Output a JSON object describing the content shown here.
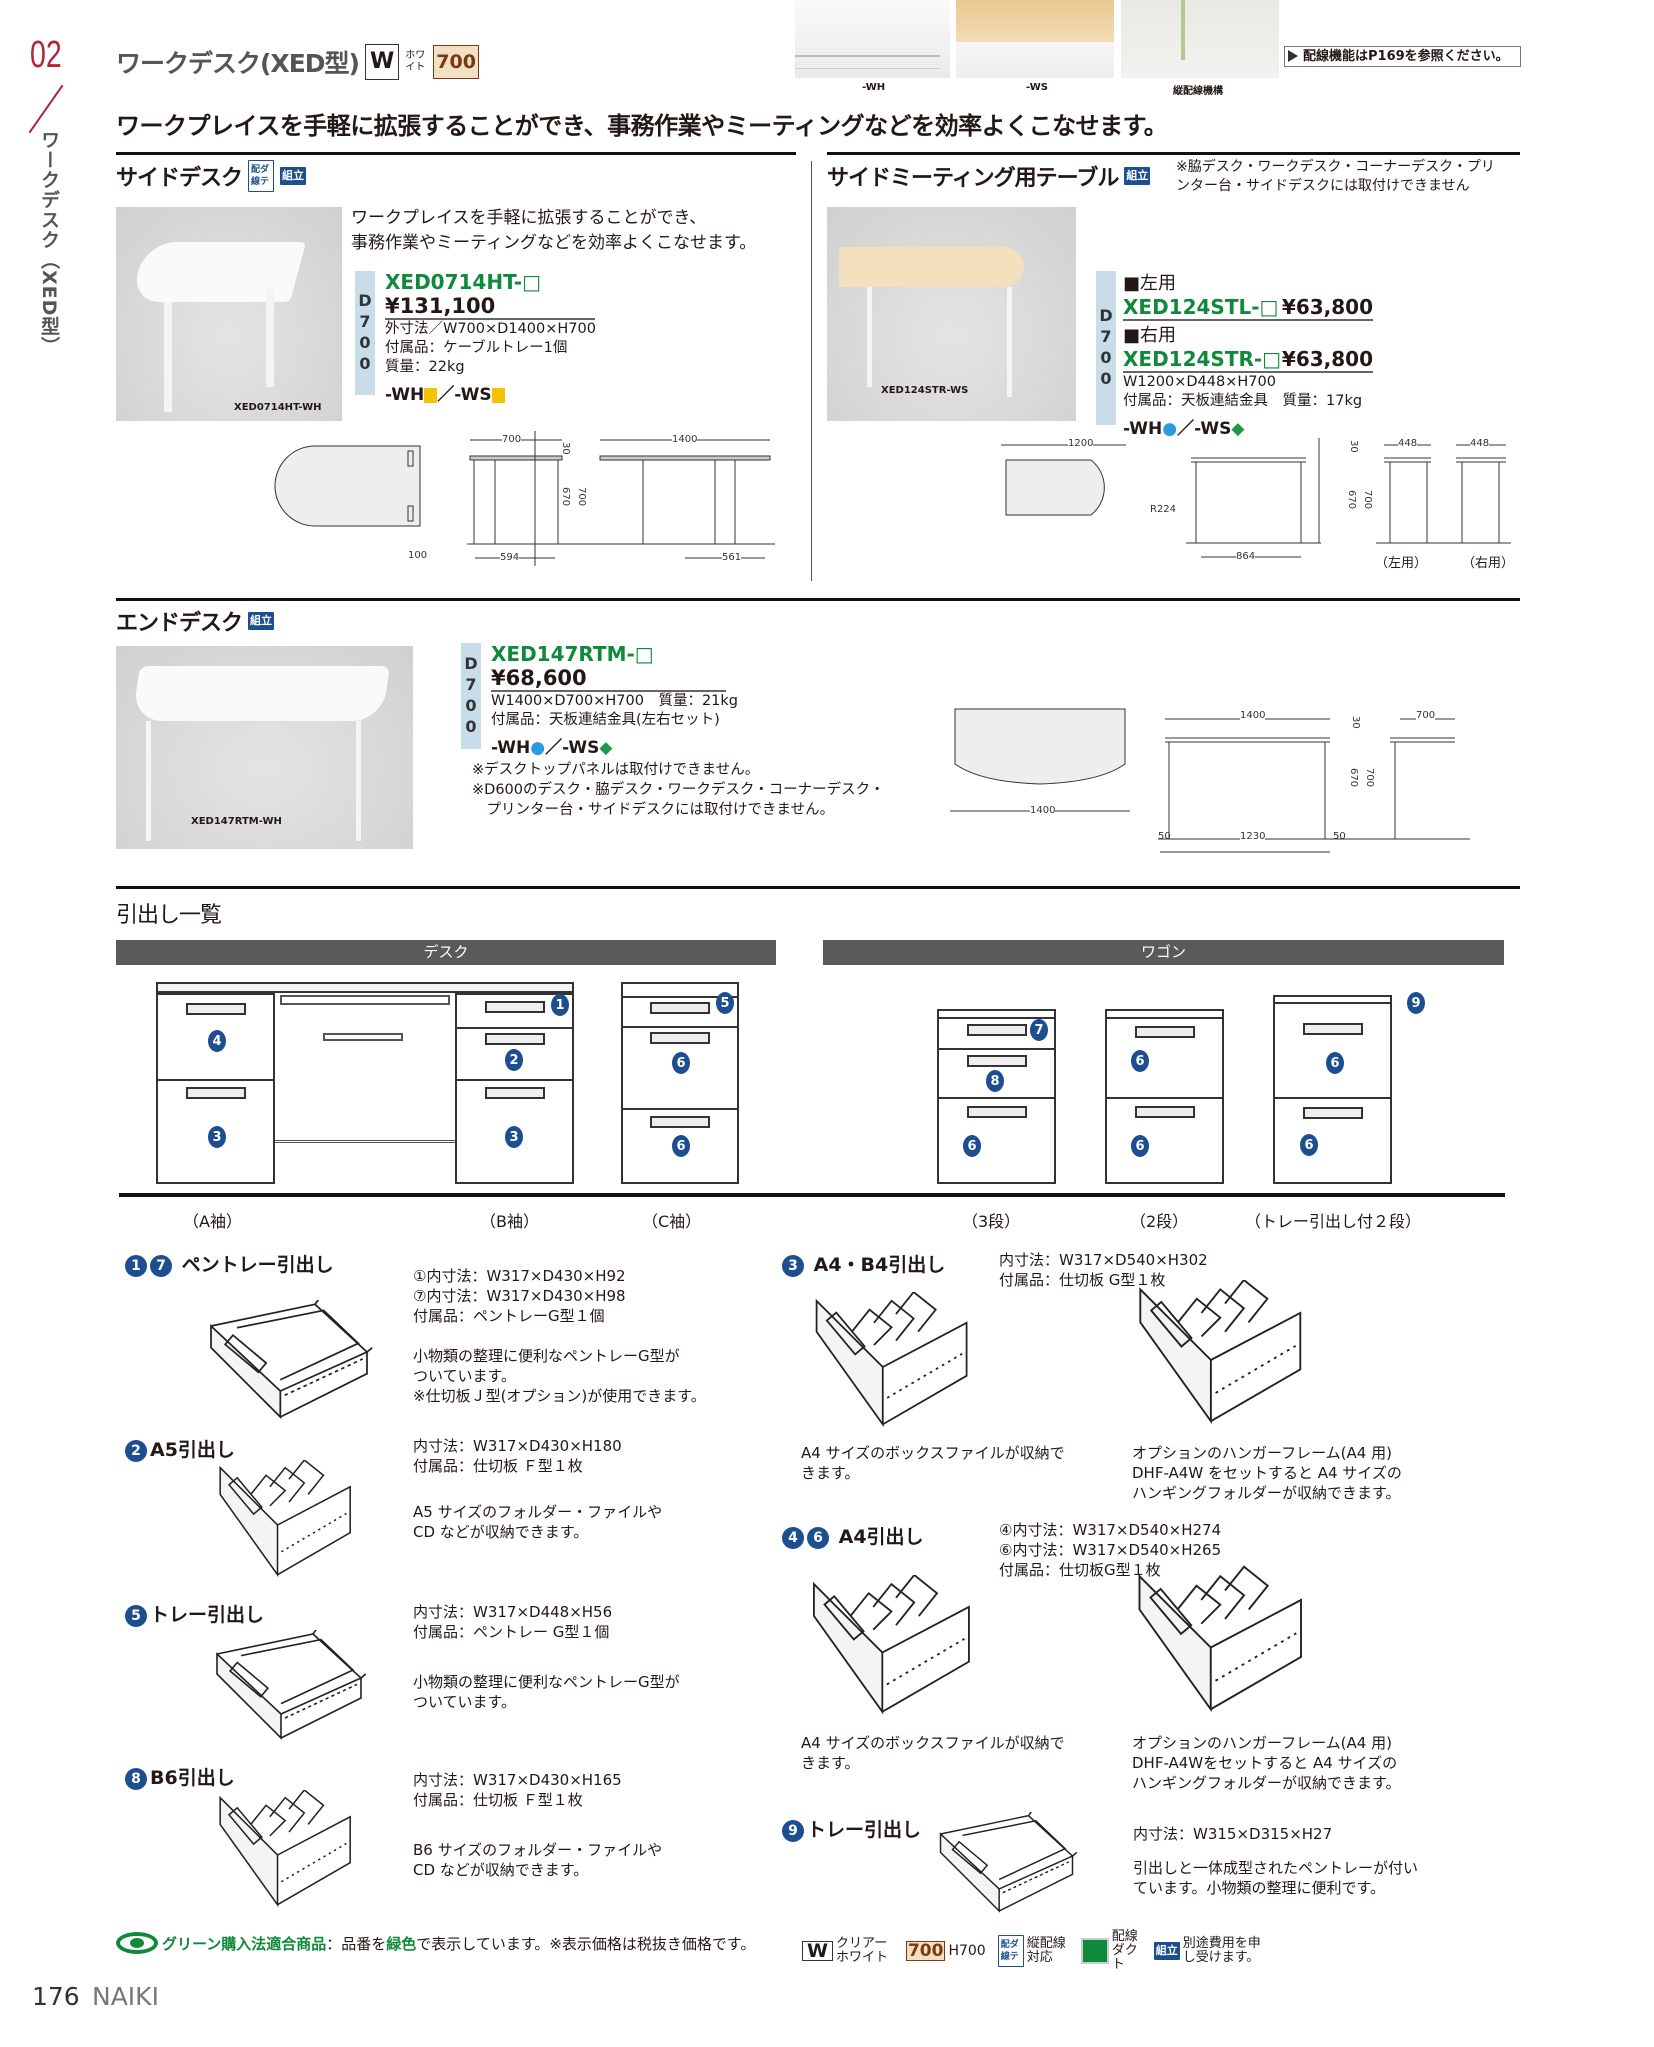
{
  "chapter": {
    "number": "02",
    "vertical_title": "ワークデスク（XED型）"
  },
  "header": {
    "title": "ワークデスク(XED型)",
    "badge_w": "W",
    "badge_white": "ホワイト",
    "badge_700": "700",
    "thumbs": [
      {
        "label": "-WH"
      },
      {
        "label": "-WS"
      },
      {
        "label": "縦配線機構"
      }
    ],
    "note": "配線機能はP169を参照ください。",
    "headline": "ワークプレイスを手軽に拡張することができ、事務作業やミーティングなどを効率よくこなせます。"
  },
  "side_desk": {
    "title": "サイドデスク",
    "badge_wiring": "配ダ線テ",
    "badge_assembly": "組立",
    "desc_lines": [
      "ワークプレイスを手軽に拡張することができ、",
      "事務作業やミーティングなどを効率よくこなせます。"
    ],
    "depth": "D700",
    "model": "XED0714HT-□",
    "price": "¥131,100",
    "size": "外寸法／W700×D1400×H700",
    "accessory": "付属品：ケーブルトレー1個",
    "weight": "質量：22kg",
    "color_wh": "-WH",
    "color_ws": "／-WS",
    "photo_caption": "XED0714HT-WH",
    "dims": [
      "700",
      "1400",
      "30",
      "670",
      "700",
      "100",
      "594",
      "561"
    ]
  },
  "meeting_table": {
    "title": "サイドミーティング用テーブル",
    "badge_assembly": "組立",
    "note": "※脇デスク・ワークデスク・コーナーデスク・プリンター台・サイドデスクには取付けできません",
    "depth": "D700",
    "left_label": "■左用",
    "left_model": "XED124STL-□",
    "left_price": "¥63,800",
    "right_label": "■右用",
    "right_model": "XED124STR-□",
    "right_price": "¥63,800",
    "size": "W1200×D448×H700",
    "accessory": "付属品：天板連結金具　質量：17kg",
    "color_wh": "-WH",
    "color_ws": "／-WS",
    "photo_caption": "XED124STR-WS",
    "dims": [
      "1200",
      "R224",
      "30",
      "670",
      "700",
      "448",
      "448",
      "864"
    ],
    "dim_left": "（左用）",
    "dim_right": "（右用）"
  },
  "end_desk": {
    "title": "エンドデスク",
    "badge_assembly": "組立",
    "depth": "D700",
    "model": "XED147RTM-□",
    "price": "¥68,600",
    "size": "W1400×D700×H700　質量：21kg",
    "accessory": "付属品：天板連結金具(左右セット)",
    "color_wh": "-WH",
    "color_ws": "／-WS",
    "notes": [
      "※デスクトップパネルは取付けできません。",
      "※D600のデスク・脇デスク・ワークデスク・コーナーデスク・",
      "　プリンター台・サイドデスクには取付けできません。"
    ],
    "photo_caption": "XED147RTM-WH",
    "dims": [
      "1400",
      "1400",
      "30",
      "670",
      "700",
      "700",
      "50",
      "1230",
      "50"
    ]
  },
  "drawer_list": {
    "title": "引出し一覧",
    "desk_header": "デスク",
    "wagon_header": "ワゴン",
    "unit_labels": [
      "（A袖）",
      "（B袖）",
      "（C袖）",
      "（3段）",
      "（2段）",
      "（トレー引出し付２段）"
    ],
    "badges": [
      "4",
      "3",
      "1",
      "2",
      "3",
      "5",
      "6",
      "6",
      "7",
      "8",
      "6",
      "6",
      "6",
      "9",
      "6",
      "6"
    ]
  },
  "drawers": [
    {
      "nums": [
        "1",
        "7"
      ],
      "title": "ペントレー引出し",
      "specs": [
        "①内寸法：W317×D430×H92",
        "⑦内寸法：W317×D430×H98",
        "付属品：ペントレーG型１個"
      ],
      "desc": [
        "小物類の整理に便利なペントレーG型が",
        "ついています。",
        "※仕切板Ｊ型(オプション)が使用できます。"
      ]
    },
    {
      "nums": [
        "2"
      ],
      "title": "A5引出し",
      "specs": [
        "内寸法：W317×D430×H180",
        "付属品：仕切板 Ｆ型１枚"
      ],
      "desc": [
        "A5 サイズのフォルダー・ファイルや",
        "CD などが収納できます。"
      ]
    },
    {
      "nums": [
        "5"
      ],
      "title": "トレー引出し",
      "specs": [
        "内寸法：W317×D448×H56",
        "付属品：ペントレー G型１個"
      ],
      "desc": [
        "小物類の整理に便利なペントレーG型が",
        "ついています。"
      ]
    },
    {
      "nums": [
        "8"
      ],
      "title": "B6引出し",
      "specs": [
        "内寸法：W317×D430×H165",
        "付属品：仕切板 Ｆ型１枚"
      ],
      "desc": [
        "B6 サイズのフォルダー・ファイルや",
        "CD などが収納できます。"
      ]
    },
    {
      "nums": [
        "3"
      ],
      "title": "A4・B4引出し",
      "specs": [
        "内寸法：W317×D540×H302",
        "付属品：仕切板 G型１枚"
      ],
      "cap_left": [
        "A4 サイズのボックスファイルが収納で",
        "きます。"
      ],
      "cap_right": [
        "オプションのハンガーフレーム(A4 用)",
        "DHF-A4W をセットすると A4 サイズの",
        "ハンギングフォルダーが収納できます。"
      ]
    },
    {
      "nums": [
        "4",
        "6"
      ],
      "title": "A4引出し",
      "specs": [
        "④内寸法：W317×D540×H274",
        "⑥内寸法：W317×D540×H265",
        "付属品：仕切板G型１枚"
      ],
      "cap_left": [
        "A4 サイズのボックスファイルが収納で",
        "きます。"
      ],
      "cap_right": [
        "オプションのハンガーフレーム(A4 用)",
        "DHF-A4Wをセットすると A4 サイズの",
        "ハンギングフォルダーが収納できます。"
      ]
    },
    {
      "nums": [
        "9"
      ],
      "title": "トレー引出し",
      "specs": [
        "内寸法：W315×D315×H27"
      ],
      "desc": [
        "引出しと一体成型されたペントレーが付い",
        "ています。小物類の整理に便利です。"
      ]
    }
  ],
  "footer": {
    "green_label": "グリーン購入法適合商品",
    "green_text_1": "：品番を",
    "green_word": "緑色",
    "green_text_2": "で表示しています。※表示価格は税抜き価格です。",
    "legend": [
      {
        "icon": "W",
        "text": "クリアーホワイト"
      },
      {
        "icon": "700",
        "text": "H700"
      },
      {
        "icon": "配ダ線テ",
        "text": "縦配線対応"
      },
      {
        "icon": "duct",
        "text": "配線ダクト"
      },
      {
        "icon": "組立",
        "text": "別途費用を申し受けます。"
      }
    ],
    "page_number": "176",
    "brand": "NAIKI"
  },
  "colors": {
    "green": "#0f8a3a",
    "blue": "#1d4e8f",
    "chapter_red": "#b3263a",
    "yellow": "#f5c400",
    "wh_blue": "#2a9be0",
    "ws_green": "#1a9a4a"
  }
}
